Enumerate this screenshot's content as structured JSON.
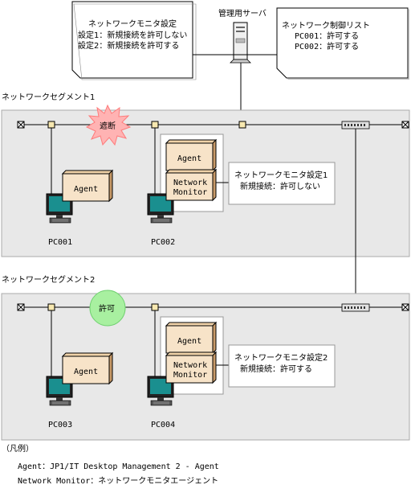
{
  "server": {
    "label": "管理用サーバ"
  },
  "note_monitor": {
    "line1": "ネットワークモニタ設定",
    "line2": "設定1：新規接続を許可しない",
    "line3": "設定2：新規接続を許可する"
  },
  "note_control": {
    "line1": "ネットワーク制御リスト",
    "line2": "PC001：許可する",
    "line3": "PC002：許可する"
  },
  "segment1": {
    "title": "ネットワークセグメント1",
    "block_label": "遮断",
    "pc_left": "PC001",
    "pc_right": "PC002",
    "setting_line1": "ネットワークモニタ設定1",
    "setting_line2": "新規接続：許可しない"
  },
  "segment2": {
    "title": "ネットワークセグメント2",
    "allow_label": "許可",
    "pc_left": "PC003",
    "pc_right": "PC004",
    "setting_line1": "ネットワークモニタ設定2",
    "setting_line2": "新規接続：許可する"
  },
  "agent_label": "Agent",
  "netmon_line1": "Network",
  "netmon_line2": "Monitor",
  "legend": {
    "title": "（凡例）",
    "agent_line": "Agent：JP1/IT Desktop Management 2 - Agent",
    "netmon_line": "Network Monitor：ネットワークモニタエージェント"
  },
  "colors": {
    "segment_bg": "#e8e8e8",
    "box_fill": "#f7e3c8",
    "block_burst": "#ffb3b3",
    "allow_circle": "#a8f0a0"
  }
}
